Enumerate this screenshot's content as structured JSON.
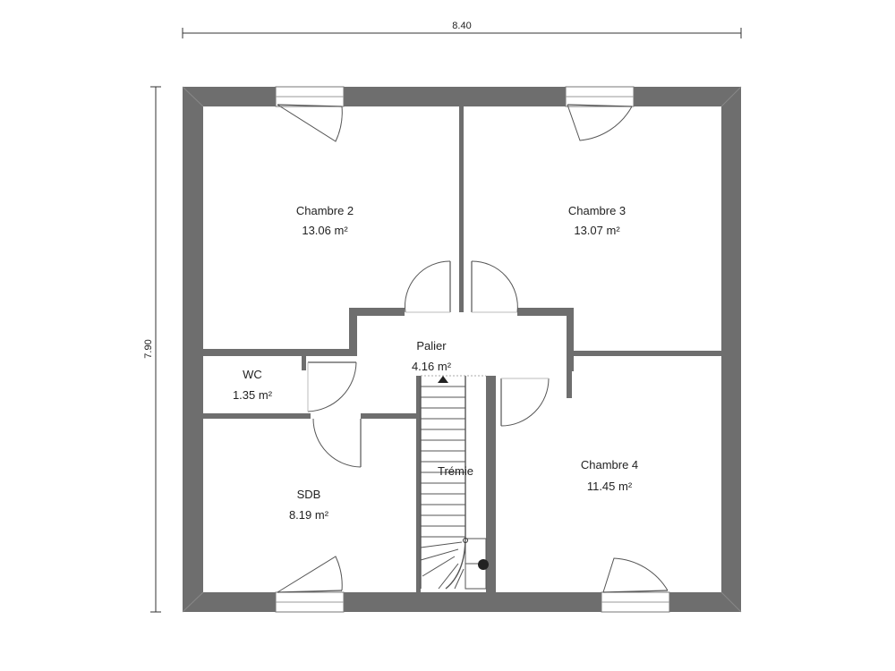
{
  "dimensions": {
    "width": "8.40",
    "height": "7.90"
  },
  "rooms": [
    {
      "name": "Chambre 2",
      "area": "13.06 m²"
    },
    {
      "name": "Chambre 3",
      "area": "13.07 m²"
    },
    {
      "name": "Palier",
      "area": "4.16 m²"
    },
    {
      "name": "WC",
      "area": "1.35 m²"
    },
    {
      "name": "SDB",
      "area": "8.19 m²"
    },
    {
      "name": "Chambre 4",
      "area": "11.45 m²"
    }
  ],
  "stair_label": "Trémie",
  "colors": {
    "wall": "#6e6e6e",
    "background": "#ffffff"
  }
}
